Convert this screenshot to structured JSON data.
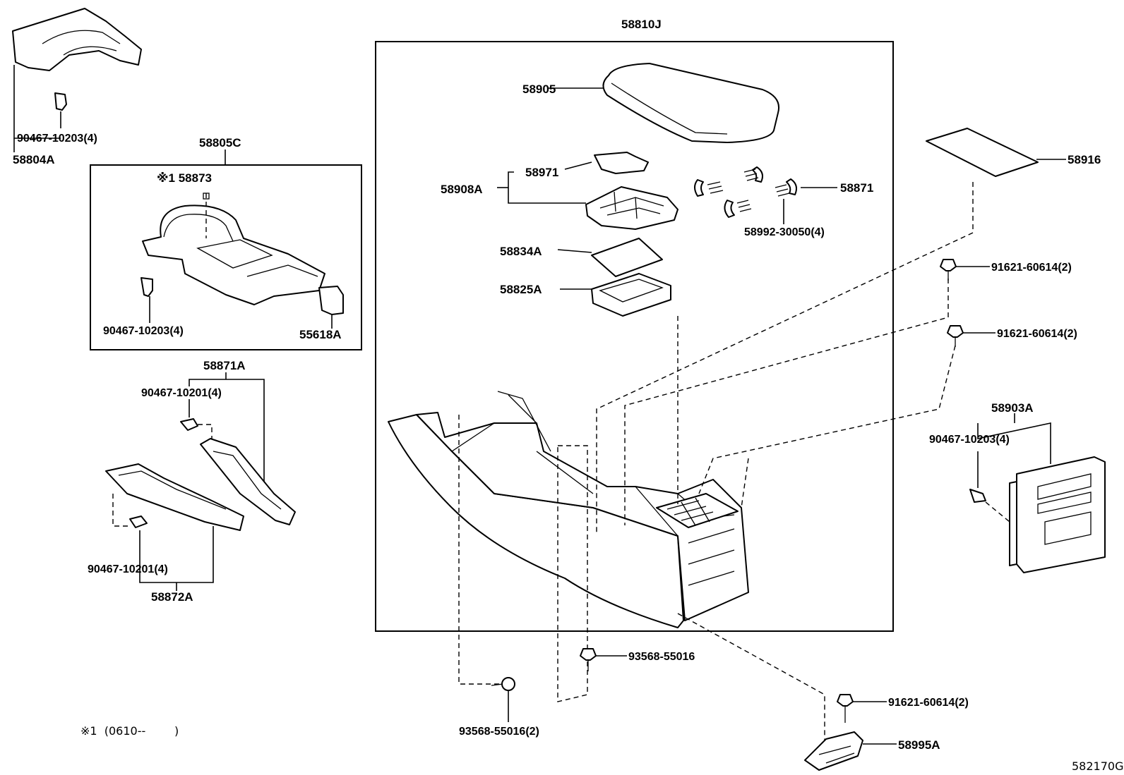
{
  "labels": {
    "p58810J": "58810J",
    "p58905": "58905",
    "p58971": "58971",
    "p58908A": "58908A",
    "p58834A": "58834A",
    "p58825A": "58825A",
    "p58871": "58871",
    "p58992": "58992-30050(4)",
    "p58916": "58916",
    "p91621_a": "91621-60614(2)",
    "p91621_b": "91621-60614(2)",
    "p91621_c": "91621-60614(2)",
    "p58903A": "58903A",
    "p90467_10203_r": "90467-10203(4)",
    "p93568": "93568-55016",
    "p93568_2": "93568-55016(2)",
    "p58995A": "58995A",
    "p90467_10203_tl": "90467-10203(4)",
    "p58804A": "58804A",
    "p58805C": "58805C",
    "p58873": "※1 58873",
    "p90467_10203_box": "90467-10203(4)",
    "p55618A": "55618A",
    "p58871A": "58871A",
    "p90467_10201_a": "90467-10201(4)",
    "p90467_10201_b": "90467-10201(4)",
    "p58872A": "58872A"
  },
  "footnote": "※1  (0610--        )",
  "diagram_code": "582170G"
}
